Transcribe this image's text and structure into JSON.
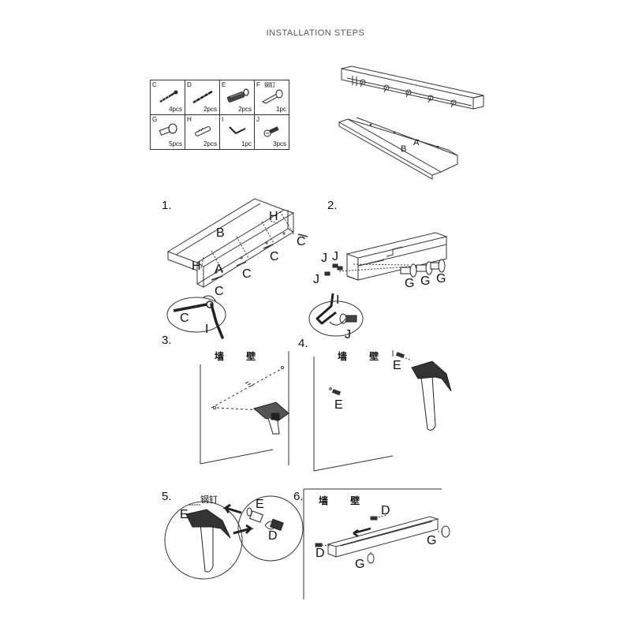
{
  "title": "INSTALLATION STEPS",
  "parts": [
    {
      "letter": "C",
      "sub": "",
      "qty": "4pcs",
      "icon": "screw-icon"
    },
    {
      "letter": "D",
      "sub": "",
      "qty": "2pcs",
      "icon": "long-screw-icon"
    },
    {
      "letter": "E",
      "sub": "",
      "qty": "2pcs",
      "icon": "wall-anchor-icon"
    },
    {
      "letter": "F",
      "sub": "钢钉",
      "qty": "1pc",
      "icon": "steel-nail-icon"
    },
    {
      "letter": "G",
      "sub": "",
      "qty": "5pcs",
      "icon": "peg-hook-icon"
    },
    {
      "letter": "H",
      "sub": "",
      "qty": "2pcs",
      "icon": "dowel-icon"
    },
    {
      "letter": "I",
      "sub": "",
      "qty": "1pc",
      "icon": "hex-key-icon"
    },
    {
      "letter": "J",
      "sub": "",
      "qty": "3pcs",
      "icon": "hook-screw-icon"
    }
  ],
  "steps": [
    "1.",
    "2.",
    "3.",
    "4.",
    "5.",
    "6."
  ],
  "overview_labels": {
    "a": "A",
    "b": "B"
  },
  "step1_labels": {
    "b": "B",
    "h_top": "H",
    "h_left": "H",
    "a": "A",
    "c1": "C",
    "c2": "C",
    "c3": "C",
    "c4": "C",
    "zoom_c": "C",
    "zoom_i": "I"
  },
  "step2_labels": {
    "j1": "J",
    "j2": "J",
    "j3": "J",
    "g1": "G",
    "g2": "G",
    "g3": "G",
    "zoom_i": "I",
    "zoom_j": "J"
  },
  "wall_text": "墙 壁",
  "step4_labels": {
    "e_top": "E",
    "e_mid": "E"
  },
  "step5_labels": {
    "nail_text": "钢钉",
    "e_left": "E",
    "e_right": "E",
    "d": "D"
  },
  "step6_labels": {
    "d_top": "D",
    "d_left": "D",
    "g_right": "G",
    "g_bottom": "G"
  }
}
